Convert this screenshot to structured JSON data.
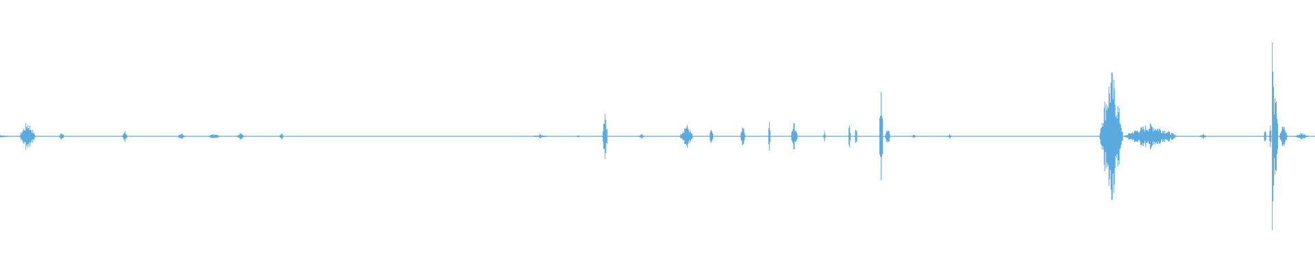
{
  "waveform": {
    "color": "#5aaae0",
    "background": "#ffffff",
    "duration_fraction_bursts": [
      {
        "at": 0.0,
        "amp": 0.006,
        "width": 0.012
      },
      {
        "at": 0.021,
        "amp": 0.06,
        "width": 0.012
      },
      {
        "at": 0.047,
        "amp": 0.018,
        "width": 0.004
      },
      {
        "at": 0.095,
        "amp": 0.02,
        "width": 0.004
      },
      {
        "at": 0.138,
        "amp": 0.016,
        "width": 0.005
      },
      {
        "at": 0.163,
        "amp": 0.012,
        "width": 0.008
      },
      {
        "at": 0.183,
        "amp": 0.014,
        "width": 0.006
      },
      {
        "at": 0.214,
        "amp": 0.02,
        "width": 0.003
      },
      {
        "at": 0.411,
        "amp": 0.008,
        "width": 0.01
      },
      {
        "at": 0.44,
        "amp": 0.01,
        "width": 0.002
      },
      {
        "at": 0.46,
        "amp": 0.13,
        "width": 0.004
      },
      {
        "at": 0.488,
        "amp": 0.01,
        "width": 0.004
      },
      {
        "at": 0.522,
        "amp": 0.05,
        "width": 0.01
      },
      {
        "at": 0.541,
        "amp": 0.035,
        "width": 0.003
      },
      {
        "at": 0.565,
        "amp": 0.04,
        "width": 0.004
      },
      {
        "at": 0.585,
        "amp": 0.07,
        "width": 0.002
      },
      {
        "at": 0.604,
        "amp": 0.06,
        "width": 0.005
      },
      {
        "at": 0.627,
        "amp": 0.025,
        "width": 0.002
      },
      {
        "at": 0.646,
        "amp": 0.075,
        "width": 0.002
      },
      {
        "at": 0.651,
        "amp": 0.06,
        "width": 0.002
      },
      {
        "at": 0.67,
        "amp": 0.2,
        "width": 0.003
      },
      {
        "at": 0.675,
        "amp": 0.04,
        "width": 0.004
      },
      {
        "at": 0.695,
        "amp": 0.01,
        "width": 0.003
      },
      {
        "at": 0.722,
        "amp": 0.01,
        "width": 0.003
      },
      {
        "at": 0.845,
        "amp": 0.26,
        "width": 0.018
      },
      {
        "at": 0.875,
        "amp": 0.05,
        "width": 0.04
      },
      {
        "at": 0.915,
        "amp": 0.01,
        "width": 0.005
      },
      {
        "at": 0.962,
        "amp": 0.05,
        "width": 0.002
      },
      {
        "at": 0.966,
        "amp": 0.06,
        "width": 0.002
      },
      {
        "at": 0.968,
        "amp": 0.6,
        "width": 0.002
      },
      {
        "at": 0.97,
        "amp": 0.3,
        "width": 0.004
      },
      {
        "at": 0.976,
        "amp": 0.05,
        "width": 0.006
      },
      {
        "at": 0.99,
        "amp": 0.015,
        "width": 0.01
      }
    ]
  }
}
